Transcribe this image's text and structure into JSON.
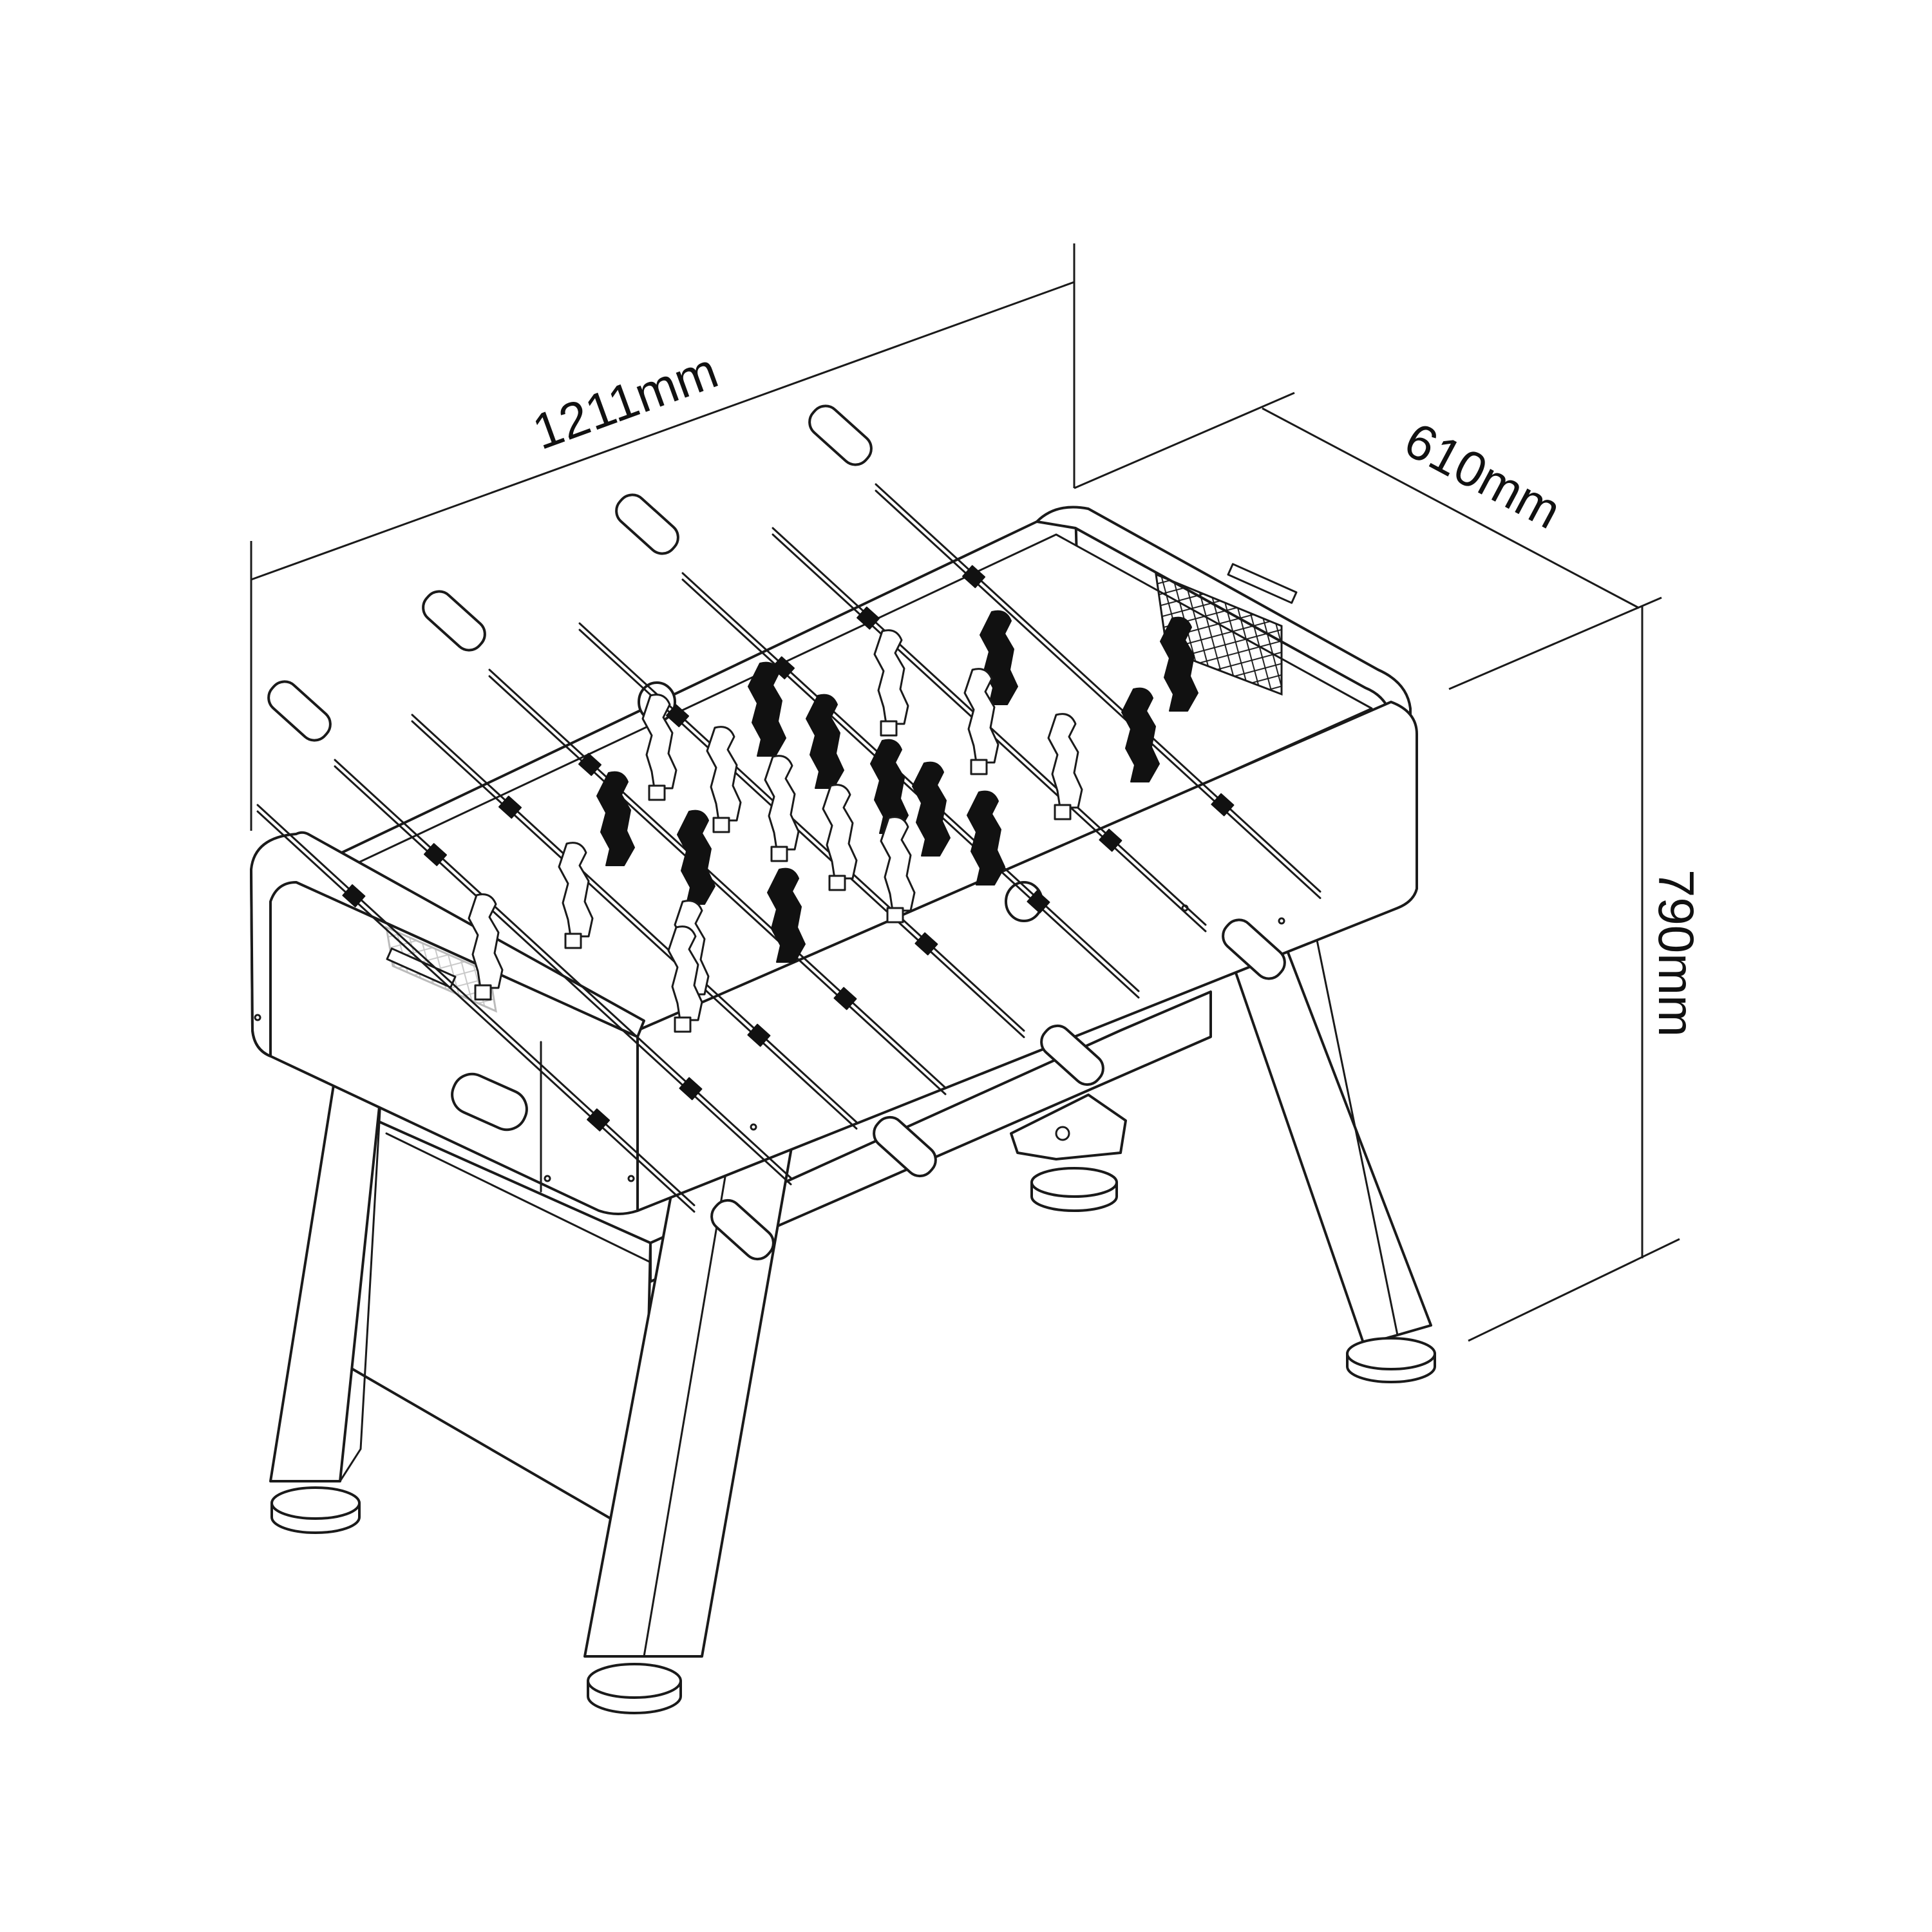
{
  "figure": {
    "dimensions": {
      "length": "1211mm",
      "width": "610mm",
      "height": "790mm"
    },
    "colors": {
      "line": "#1a1a1a",
      "background": "#ffffff",
      "dark_team": "#111111",
      "light_team": "#ffffff"
    }
  }
}
